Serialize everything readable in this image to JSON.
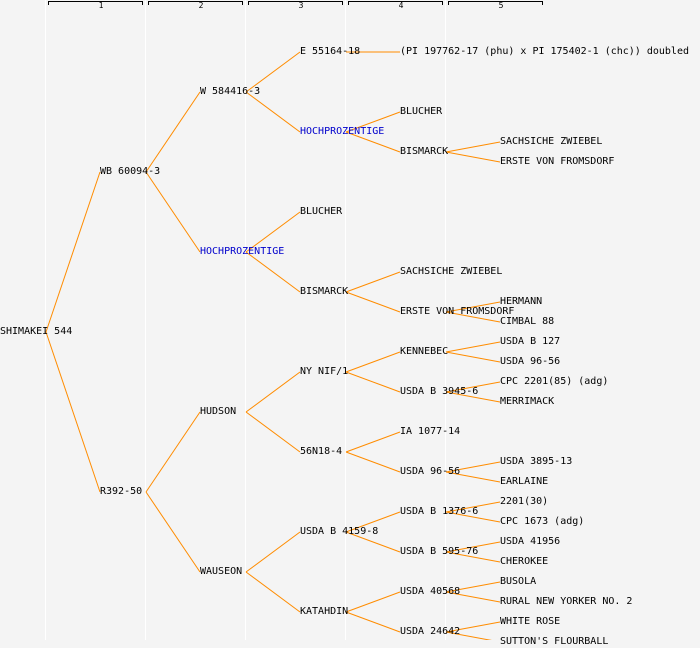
{
  "columns": [
    "1",
    "2",
    "3",
    "4",
    "5"
  ],
  "colors": {
    "link": "#ff8c00",
    "text": "#000000",
    "highlight": "#0000cc",
    "background": "#f4f4f4"
  },
  "tree": {
    "name": "SHIMAKEI 544",
    "children": [
      {
        "name": "WB 60094-3",
        "children": [
          {
            "name": "W 584416-3",
            "children": [
              {
                "name": "E 55164-18",
                "children": [
                  {
                    "name": "(PI 197762-17 (phu) x PI 175402-1 (chc)) doubled"
                  }
                ]
              },
              {
                "name": "HOCHPROZENTIGE",
                "highlight": true,
                "children": [
                  {
                    "name": "BLUCHER"
                  },
                  {
                    "name": "BISMARCK",
                    "children": [
                      {
                        "name": "SACHSICHE ZWIEBEL"
                      },
                      {
                        "name": "ERSTE VON FROMSDORF"
                      }
                    ]
                  }
                ]
              }
            ]
          },
          {
            "name": "HOCHPROZENTIGE",
            "highlight": true,
            "children": [
              {
                "name": "BLUCHER"
              },
              {
                "name": "BISMARCK",
                "children": [
                  {
                    "name": "SACHSICHE ZWIEBEL"
                  },
                  {
                    "name": "ERSTE VON FROMSDORF",
                    "children": [
                      {
                        "name": "HERMANN"
                      },
                      {
                        "name": "CIMBAL 88"
                      }
                    ]
                  }
                ]
              }
            ]
          }
        ]
      },
      {
        "name": "R392-50",
        "children": [
          {
            "name": "HUDSON",
            "children": [
              {
                "name": "NY NIF/1",
                "children": [
                  {
                    "name": "KENNEBEC",
                    "children": [
                      {
                        "name": "USDA B 127"
                      },
                      {
                        "name": "USDA 96-56"
                      }
                    ]
                  },
                  {
                    "name": "USDA B 3945-6",
                    "children": [
                      {
                        "name": "CPC 2201(85) (adg)"
                      },
                      {
                        "name": "MERRIMACK"
                      }
                    ]
                  }
                ]
              },
              {
                "name": "56N18-4",
                "children": [
                  {
                    "name": "IA 1077-14"
                  },
                  {
                    "name": "USDA 96-56",
                    "children": [
                      {
                        "name": "USDA 3895-13"
                      },
                      {
                        "name": "EARLAINE"
                      }
                    ]
                  }
                ]
              }
            ]
          },
          {
            "name": "WAUSEON",
            "children": [
              {
                "name": "USDA B 4159-8",
                "children": [
                  {
                    "name": "USDA B 1376-6",
                    "children": [
                      {
                        "name": "2201(30)"
                      },
                      {
                        "name": "CPC 1673 (adg)"
                      }
                    ]
                  },
                  {
                    "name": "USDA B 595-76",
                    "children": [
                      {
                        "name": "USDA 41956"
                      },
                      {
                        "name": "CHEROKEE"
                      }
                    ]
                  }
                ]
              },
              {
                "name": "KATAHDIN",
                "children": [
                  {
                    "name": "USDA 40568",
                    "children": [
                      {
                        "name": "BUSOLA"
                      },
                      {
                        "name": "RURAL NEW YORKER NO. 2"
                      }
                    ]
                  },
                  {
                    "name": "USDA 24642",
                    "children": [
                      {
                        "name": "WHITE ROSE"
                      },
                      {
                        "name": "SUTTON'S FLOURBALL"
                      }
                    ]
                  }
                ]
              }
            ]
          }
        ]
      }
    ]
  }
}
